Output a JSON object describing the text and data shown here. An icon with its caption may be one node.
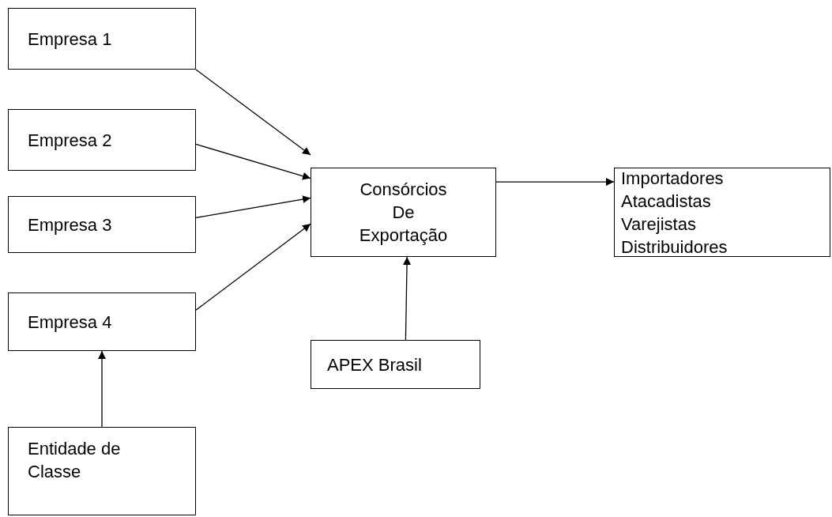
{
  "diagram": {
    "nodes": [
      {
        "text": [
          "Empresa 1"
        ]
      },
      {
        "text": [
          "Empresa 2"
        ]
      },
      {
        "text": [
          "Empresa 3"
        ]
      },
      {
        "text": [
          "Empresa 4"
        ]
      },
      {
        "text": [
          "Entidade de Classe"
        ]
      },
      {
        "text": [
          "Consórcios De Exportação"
        ]
      },
      {
        "text": [
          "Importadores Atacadistas Varejistas Distribuidores"
        ]
      },
      {
        "text": [
          "APEX Brasil"
        ]
      }
    ],
    "edges": [
      {
        "from": 0,
        "to": 5,
        "arrow": "to"
      },
      {
        "from": 1,
        "to": 5,
        "arrow": "to"
      },
      {
        "from": 2,
        "to": 5,
        "arrow": "to"
      },
      {
        "from": 3,
        "to": 5,
        "arrow": "to"
      },
      {
        "from": 4,
        "to": 3,
        "arrow": "to"
      },
      {
        "from": 5,
        "to": 6,
        "arrow": "to"
      },
      {
        "from": 7,
        "to": 5,
        "arrow": "to"
      }
    ]
  }
}
